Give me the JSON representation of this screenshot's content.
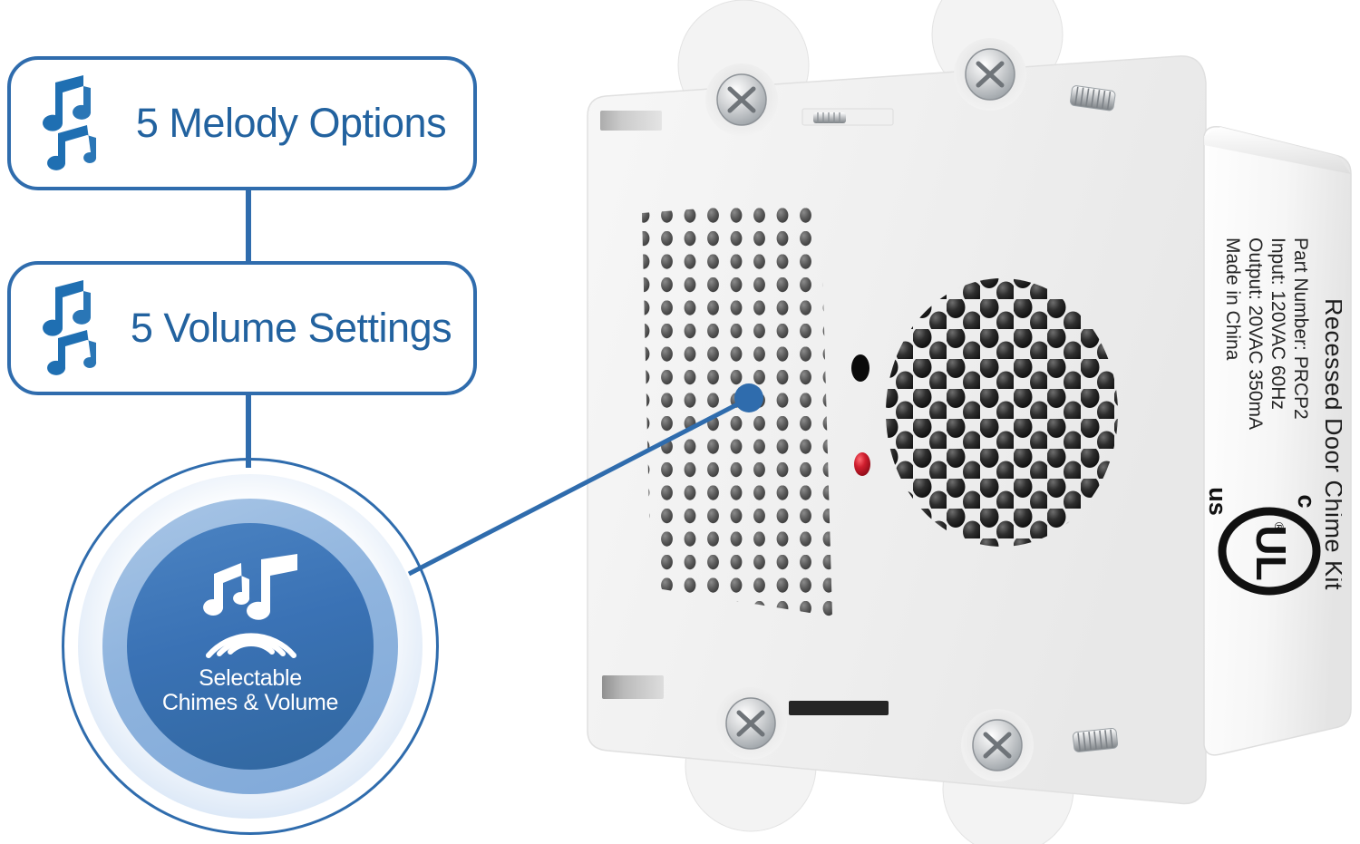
{
  "theme": {
    "accent_blue": "#2f6cad",
    "label_blue": "#22629f",
    "badge_core": "#3a72b5",
    "badge_mid": "#8fb4de",
    "led_red": "#c5172a",
    "product_white": "#f2f2f2"
  },
  "features": [
    {
      "id": "melody",
      "label": "5 Melody Options",
      "icon": "music-notes-icon"
    },
    {
      "id": "volume",
      "label": "5 Volume Settings",
      "icon": "music-notes-icon"
    }
  ],
  "badge": {
    "icon": "music-notes-soundwave-icon",
    "line1": "Selectable",
    "line2": "Chimes & Volume"
  },
  "product": {
    "name": "recessed-door-chime-kit",
    "side_label": {
      "title": "Recessed Door Chime Kit",
      "lines": [
        "Part Number: PRCP2",
        "Input: 120VAC 60Hz",
        "Output: 20VAC 350mA",
        "Made in China"
      ],
      "certification": {
        "mark": "UL",
        "prefix": "c",
        "suffix": "us",
        "registered_symbol": "®"
      }
    },
    "parts": [
      "phillips-screw-top-left",
      "phillips-screw-top-right",
      "phillips-screw-bottom-left",
      "phillips-screw-bottom-right",
      "threaded-screw-top",
      "threaded-screw-bottom",
      "square-speaker-grille",
      "round-speaker-grille",
      "sensor-hole",
      "red-led-indicator",
      "vent-slot-top",
      "vent-slot-bottom",
      "mounting-tab-top-left",
      "mounting-tab-top-right",
      "mounting-tab-bottom-left",
      "mounting-tab-bottom-right"
    ]
  }
}
